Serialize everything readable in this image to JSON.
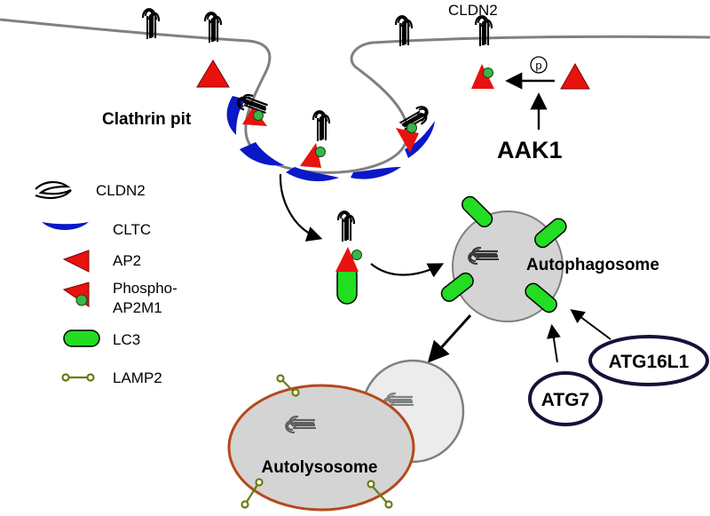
{
  "labels": {
    "cldn2_top": "CLDN2",
    "clathrin_pit": "Clathrin pit",
    "phospho_p": "p",
    "aak1": "AAK1",
    "autophagosome": "Autophagosome",
    "autolysosome": "Autolysosome",
    "atg7": "ATG7",
    "atg16l1": "ATG16L1"
  },
  "legend": [
    {
      "icon": "cldn2-icon",
      "label": "CLDN2"
    },
    {
      "icon": "cltc-icon",
      "label": "CLTC"
    },
    {
      "icon": "ap2-icon",
      "label": "AP2"
    },
    {
      "icon": "phospho-ap2m1-icon",
      "label": "Phospho-",
      "label2": "AP2M1"
    },
    {
      "icon": "lc3-icon",
      "label": "LC3"
    },
    {
      "icon": "lamp2-icon",
      "label": "LAMP2"
    }
  ],
  "colors": {
    "ap2": "#e8120f",
    "cltc": "#0a18c8",
    "lc3": "#22dd22",
    "phospho_dot": "#3bb54a",
    "vesicle_fill": "#d4d4d4",
    "autolysosome_border": "#b5481c",
    "lamp2": "#6b7a12",
    "membrane": "#808080",
    "atg_border": "#1a0f3a"
  }
}
